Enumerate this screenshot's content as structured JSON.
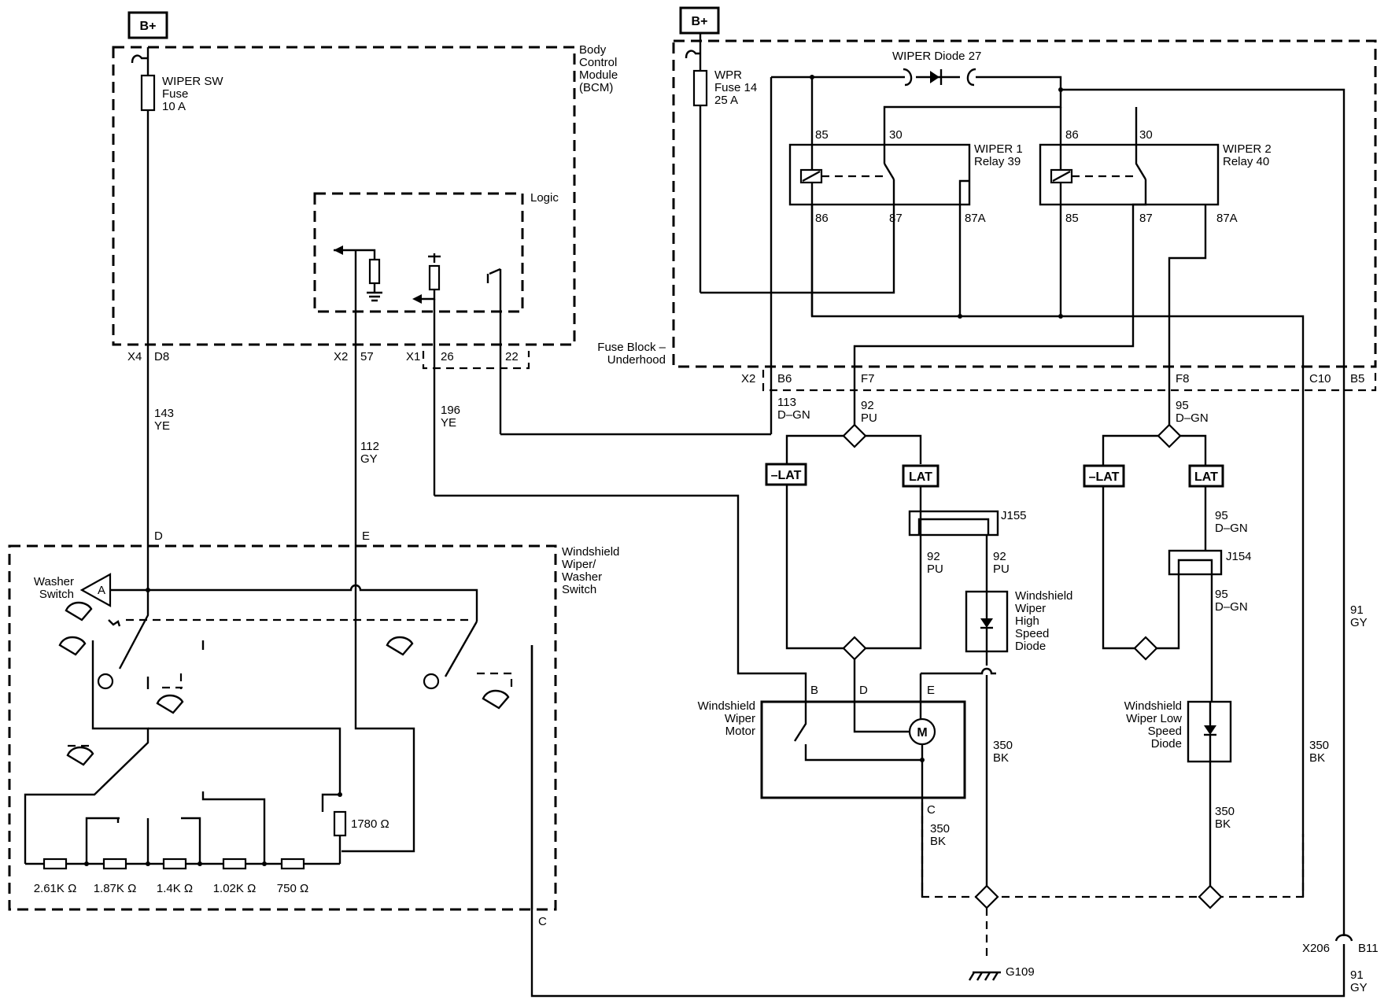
{
  "power": {
    "bplus": "B+"
  },
  "bcm": {
    "title_lines": [
      "Body",
      "Control",
      "Module",
      "(BCM)"
    ],
    "fuse_lines": [
      "WIPER SW",
      "Fuse",
      "10 A"
    ],
    "logic": "Logic",
    "pins": {
      "x4": "X4",
      "d8": "D8",
      "x2": "X2",
      "p57": "57",
      "x1": "X1",
      "p26": "26",
      "p22": "22"
    }
  },
  "fuse_block": {
    "title_lines": [
      "Fuse Block –",
      "Underhood"
    ],
    "fuse_lines": [
      "WPR",
      "Fuse 14",
      "25 A"
    ],
    "diode": "WIPER Diode 27",
    "relay1": {
      "name_lines": [
        "WIPER 1",
        "Relay 39"
      ],
      "p85": "85",
      "p30": "30",
      "p86": "86",
      "p87": "87",
      "p87a": "87A"
    },
    "relay2": {
      "name_lines": [
        "WIPER 2",
        "Relay 40"
      ],
      "p86": "86",
      "p30": "30",
      "p85": "85",
      "p87": "87",
      "p87a": "87A"
    },
    "pins": {
      "x2": "X2",
      "b6": "B6",
      "f7": "F7",
      "f8": "F8",
      "c10": "C10",
      "b5": "B5"
    }
  },
  "wires": {
    "w143": [
      "143",
      "YE"
    ],
    "w196": [
      "196",
      "YE"
    ],
    "w112": [
      "112",
      "GY"
    ],
    "w113": [
      "113",
      "D–GN"
    ],
    "w92a": [
      "92",
      "PU"
    ],
    "w95a": [
      "95",
      "D–GN"
    ],
    "w92b": [
      "92",
      "PU"
    ],
    "w92c": [
      "92",
      "PU"
    ],
    "w95b": [
      "95",
      "D–GN"
    ],
    "w95c": [
      "95",
      "D–GN"
    ],
    "w91a": [
      "91",
      "GY"
    ],
    "w91b": [
      "91",
      "GY"
    ],
    "w350a": [
      "350",
      "BK"
    ],
    "w350b": [
      "350",
      "BK"
    ],
    "w350c": [
      "350",
      "BK"
    ],
    "w350d": [
      "350",
      "BK"
    ]
  },
  "splices": {
    "lat1n": "–LAT",
    "lat1": "LAT",
    "lat2n": "–LAT",
    "lat2": "LAT",
    "j155": "J155",
    "j154": "J154"
  },
  "switch": {
    "title_lines": [
      "Windshield",
      "Wiper/",
      "Washer",
      "Switch"
    ],
    "washer_lines": [
      "Washer",
      "Switch"
    ],
    "arrow_label": "A",
    "pin_d": "D",
    "pin_e": "E",
    "pin_c": "C",
    "r_top": "1780 Ω",
    "resistors": [
      "2.61K Ω",
      "1.87K Ω",
      "1.4K Ω",
      "1.02K Ω",
      "750 Ω"
    ]
  },
  "motor": {
    "title_lines": [
      "Windshield",
      "Wiper",
      "Motor"
    ],
    "pin_b": "B",
    "pin_d": "D",
    "pin_e": "E",
    "pin_c": "C",
    "symbol": "M"
  },
  "diodes": {
    "high_lines": [
      "Windshield",
      "Wiper",
      "High",
      "Speed",
      "Diode"
    ],
    "low_lines": [
      "Windshield",
      "Wiper Low",
      "Speed",
      "Diode"
    ]
  },
  "ground": {
    "g109": "G109"
  },
  "connector": {
    "x206": "X206",
    "b11": "B11"
  }
}
